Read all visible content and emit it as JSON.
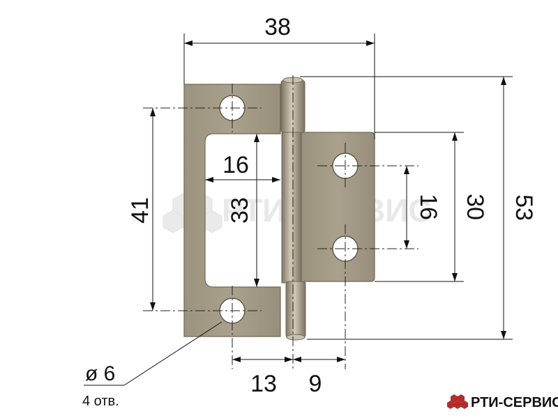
{
  "dimensions": {
    "overall_width": "38",
    "left_hole_spacing": "41",
    "inner_cutout_width": "16",
    "inner_cutout_height": "33",
    "right_hole_spacing": "16",
    "right_leaf_height": "30",
    "overall_height": "53",
    "left_hole_to_axis": "13",
    "axis_to_right_hole": "9"
  },
  "hole_note": {
    "diameter": "ø 6",
    "count": "4 отв."
  },
  "watermark": {
    "text": "РТИ-СЕРВИС"
  },
  "brand": {
    "name": "РТИ-СЕРВИС"
  },
  "colors": {
    "metal": "#a49a86",
    "metal_dark": "#7d7462",
    "watermark": "#e6e6e6",
    "brand_logo": "#b32d2d",
    "line": "#111111"
  }
}
